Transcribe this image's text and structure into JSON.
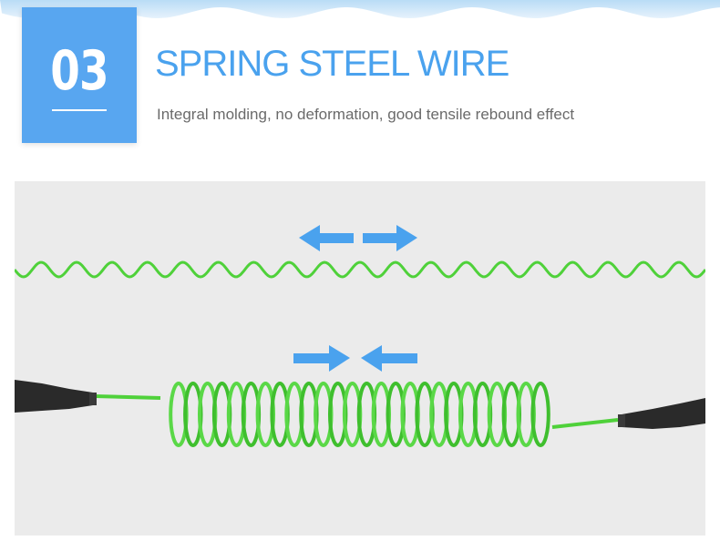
{
  "header": {
    "number": "03",
    "title": "SPRING STEEL WIRE",
    "subtitle": "Integral molding, no deformation, good tensile rebound effect"
  },
  "colors": {
    "accent_blue": "#58a6f0",
    "title_blue": "#4aa2ee",
    "arrow_blue": "#4aa2ee",
    "wire_green": "#4fd13a",
    "photo_bg": "#ebebeb"
  },
  "photo": {
    "top_arrows": [
      "arrow-left-icon",
      "arrow-right-icon"
    ],
    "bottom_arrows": [
      "arrow-right-icon",
      "arrow-left-icon"
    ]
  }
}
